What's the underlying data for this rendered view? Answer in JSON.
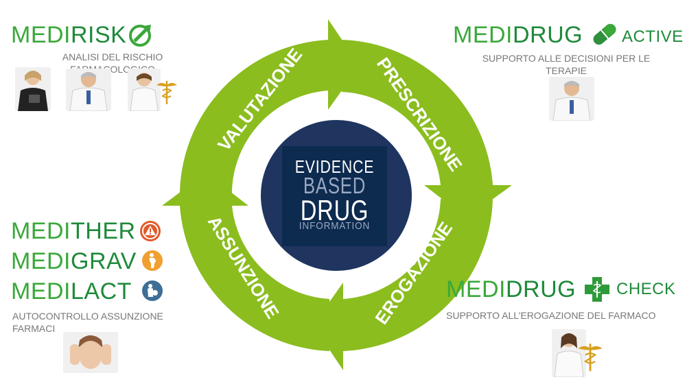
{
  "center": {
    "line1": "EVIDENCE",
    "line2": "BASED",
    "line3": "DRUG",
    "line4": "INFORMATION"
  },
  "cycle": {
    "stage_top_left": "VALUTAZIONE",
    "stage_top_right": "PRESCRIZIONE",
    "stage_bottom_right": "EROGAZIONE",
    "stage_bottom_left": "ASSUNZIONE"
  },
  "products": {
    "medirisk": {
      "medi": "MEDI",
      "name": "RISK",
      "desc_line1": "ANALISI DEL RISCHIO",
      "desc_line2": "FARMACOLOGICO"
    },
    "medidrug_active": {
      "medi": "MEDI",
      "name": "DRUG",
      "suffix": "ACTIVE",
      "desc_line1": "SUPPORTO ALLE DECISIONI PER LE",
      "desc_line2": "TERAPIE"
    },
    "meditherd": {
      "medi": "MEDI",
      "name": "THER"
    },
    "medigrav": {
      "medi": "MEDI",
      "name": "GRAV"
    },
    "medilact": {
      "medi": "MEDI",
      "name": "LACT",
      "desc_line1": "AUTOCONTROLLO ASSUNZIONE",
      "desc_line2": "FARMACI"
    },
    "medidrug_check": {
      "medi": "MEDI",
      "name": "DRUG",
      "suffix": "CHECK",
      "desc_line1": "SUPPORTO ALL’EROGAZIONE  DEL FARMACO"
    }
  },
  "colors": {
    "arrow_green": "#8bbd1f",
    "brand_green": "#1e8a3a",
    "center_navy": "#0d2a4f",
    "hub_navy": "#1f3560",
    "alert_red": "#e05a2b",
    "orange": "#f0a030",
    "steel_blue": "#3f6e96"
  }
}
